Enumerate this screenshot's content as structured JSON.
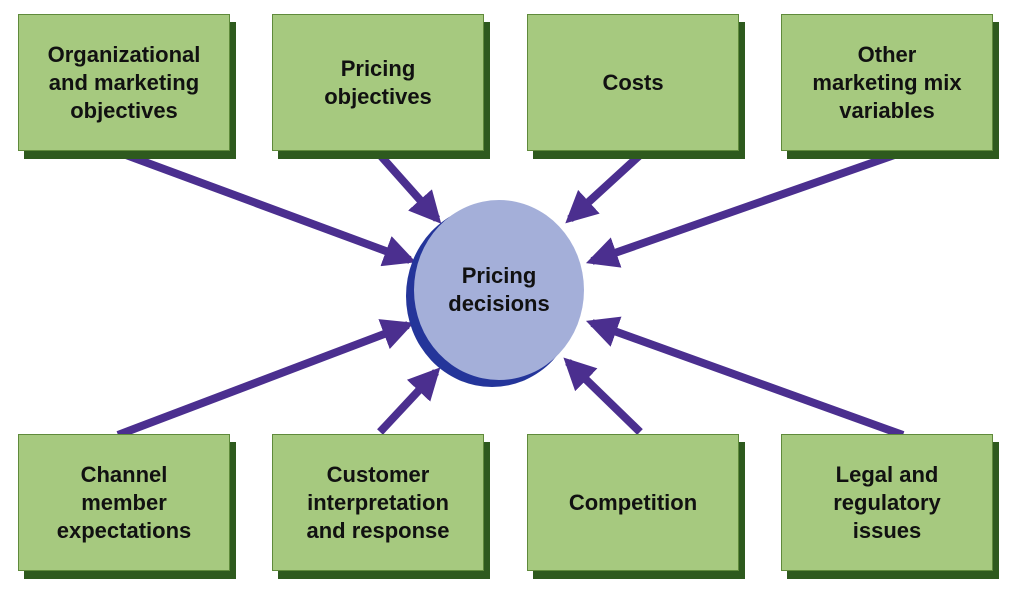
{
  "diagram": {
    "center": {
      "label": "Pricing\ndecisions"
    },
    "factors": [
      {
        "label": "Organizational\nand marketing\nobjectives"
      },
      {
        "label": "Pricing\nobjectives"
      },
      {
        "label": "Costs"
      },
      {
        "label": "Other\nmarketing mix\nvariables"
      },
      {
        "label": "Channel\nmember\nexpectations"
      },
      {
        "label": "Customer\ninterpretation\nand response"
      },
      {
        "label": "Competition"
      },
      {
        "label": "Legal and\nregulatory\nissues"
      }
    ]
  },
  "colors": {
    "box_fill": "#a6c97f",
    "box_shadow": "#2e5a1e",
    "hub_fill": "#a4afd9",
    "hub_shadow": "#24359a",
    "arrow": "#4b2f8f"
  }
}
